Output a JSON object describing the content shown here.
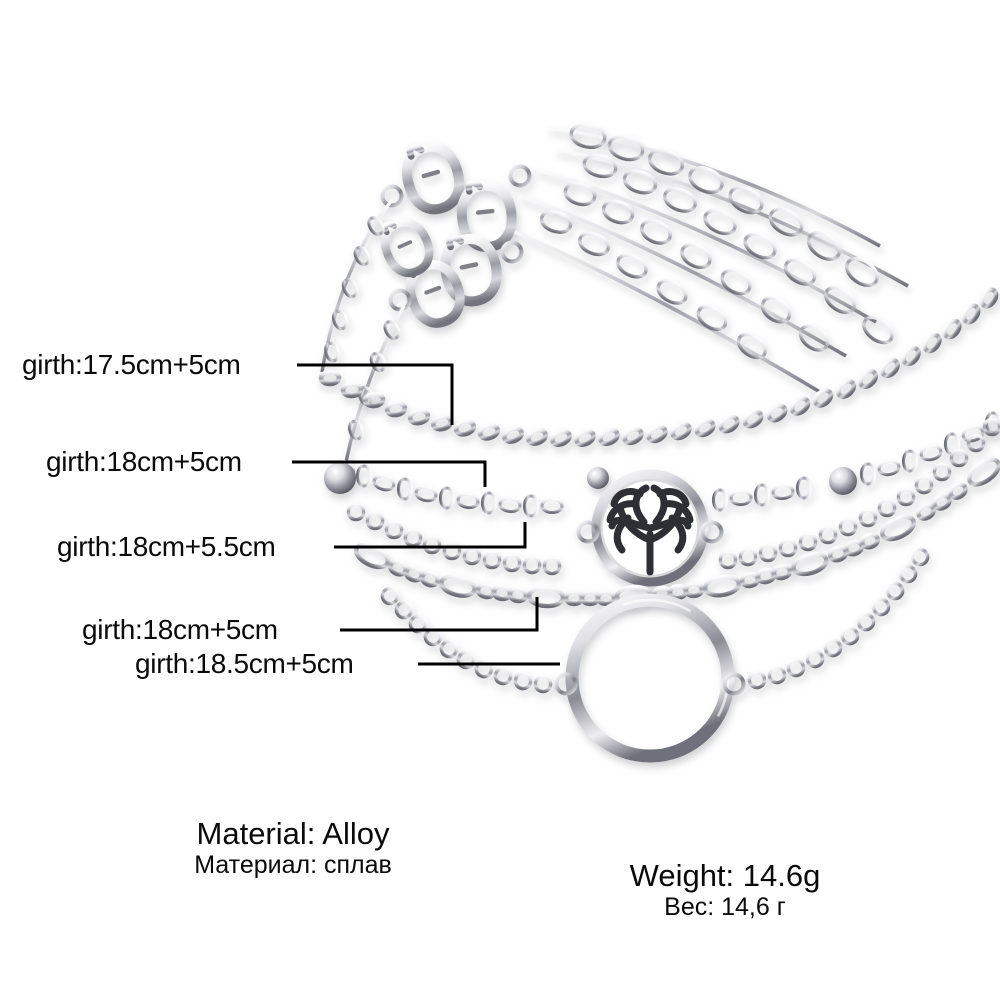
{
  "product": {
    "type": "layered-chain-bracelet-set",
    "strand_count": 5,
    "charms": [
      "tree-of-life-disc",
      "open-circle-ring",
      "round-beads"
    ],
    "clasps": "lobster-claw"
  },
  "measurements": {
    "unit": "cm",
    "labels": [
      {
        "id": "strand-1",
        "text": "girth:17.5cm+5cm",
        "base": 17.5,
        "extender": 5,
        "chain_style": "curb"
      },
      {
        "id": "strand-2",
        "text": "girth:18cm+5cm",
        "base": 18,
        "extender": 5,
        "chain_style": "cable-with-bead"
      },
      {
        "id": "strand-3",
        "text": "girth:18cm+5.5cm",
        "base": 18,
        "extender": 5.5,
        "chain_style": "rolo"
      },
      {
        "id": "strand-4",
        "text": "girth:18cm+5cm",
        "base": 18,
        "extender": 5,
        "chain_style": "figaro"
      },
      {
        "id": "strand-5",
        "text": "girth:18.5cm+5cm",
        "base": 18.5,
        "extender": 5,
        "chain_style": "cable-with-ring"
      }
    ]
  },
  "specs": {
    "material": {
      "en": "Material: Alloy",
      "ru": "Материал: сплав"
    },
    "weight": {
      "en": "Weight: 14.6g",
      "ru": "Вес: 14,6 г"
    }
  },
  "colors": {
    "background": "#ffffff",
    "text": "#0a0a0a",
    "leader_line": "#000000",
    "metal_dark": "#4a4a52",
    "metal_mid": "#a8a8b0",
    "metal_light": "#f2f2f4"
  }
}
